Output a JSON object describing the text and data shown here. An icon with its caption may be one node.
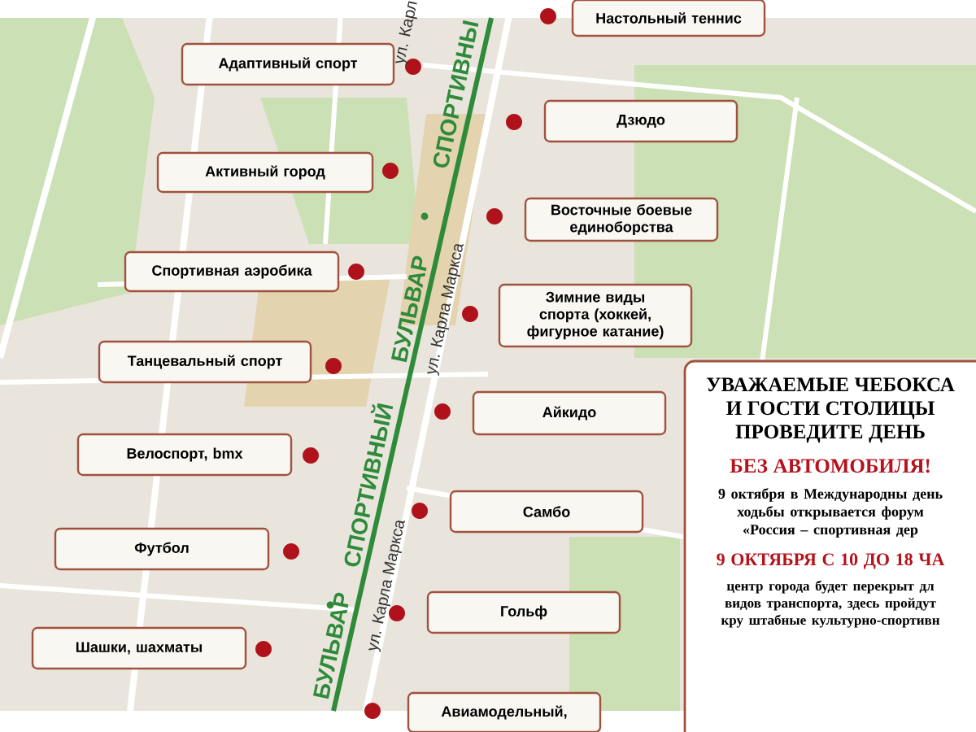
{
  "diagram": {
    "nodes": [
      {
        "text": [
          "Настольный теннис"
        ]
      },
      {
        "text": [
          "Адаптивный спорт"
        ]
      },
      {
        "text": [
          "Дзюдо"
        ]
      },
      {
        "text": [
          "Активный город"
        ]
      },
      {
        "text": [
          "Восточные боевые единоборства"
        ]
      },
      {
        "text": [
          "Спортивная аэробика"
        ]
      },
      {
        "text": [
          "Зимние виды спорта (хоккей, фигурное катание)"
        ]
      },
      {
        "text": [
          "Танцевальный спорт"
        ]
      },
      {
        "text": [
          "Айкидо"
        ]
      },
      {
        "text": [
          "Велоспорт, bmx"
        ]
      },
      {
        "text": [
          "Самбо"
        ]
      },
      {
        "text": [
          "Футбол"
        ]
      },
      {
        "text": [
          "Гольф"
        ]
      },
      {
        "text": [
          "Шашки, шахматы"
        ]
      },
      {
        "text": [
          "Авиамодельный,"
        ]
      },
      {
        "text": [
          "УВАЖАЕМЫЕ ЧЕБОКСА И ГОСТИ СТОЛИЦЫ ПРОВЕДИТЕ ДЕНЬ",
          "БЕЗ АВТОМОБИЛЯ!",
          "9 октября в Международны день ходьбы открывается форум «Россия – спортивная дер",
          "9 ОКТЯБРЯ С 10 ДО 18 ЧА",
          "центр города будет перекрыт дл видов транспорта, здесь пройдут кру штабные культурно-спортивн"
        ]
      }
    ],
    "labels": [
      "ул. Карл",
      "СПОРТИВНЫ",
      "БУЛЬВАР",
      "ул. Карла Маркса",
      "СПОРТИВНЫЙ",
      "ул. Карла Маркса",
      "БУЛЬВАР"
    ]
  }
}
